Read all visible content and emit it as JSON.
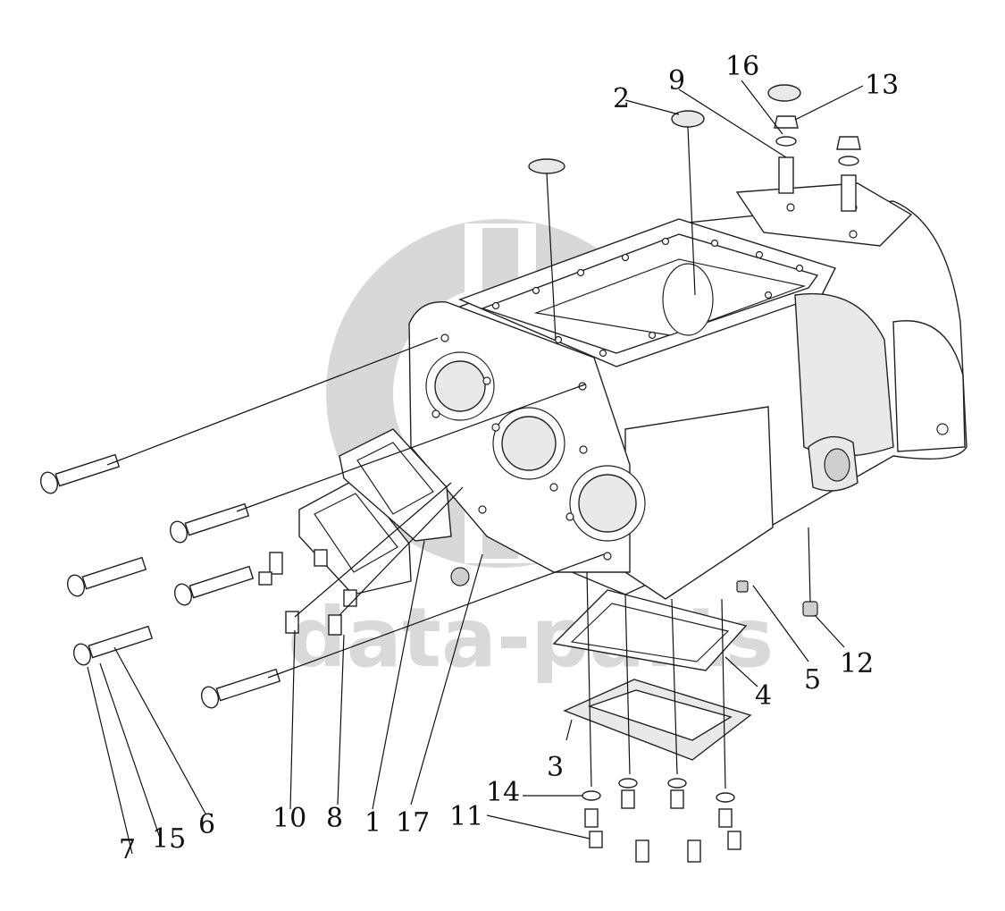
{
  "watermark": {
    "brand_text": "data-parts"
  },
  "callouts": [
    "1",
    "2",
    "3",
    "4",
    "5",
    "6",
    "7",
    "8",
    "9",
    "10",
    "11",
    "12",
    "13",
    "14",
    "15",
    "16",
    "17"
  ],
  "colors": {
    "line": "#111111",
    "watermark": "#d9d9d9",
    "background": "#ffffff"
  }
}
